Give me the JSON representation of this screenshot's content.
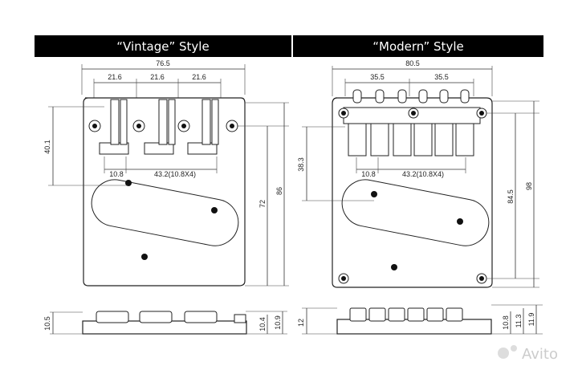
{
  "titles": {
    "vintage": "“Vintage” Style",
    "modern": "“Modern” Style"
  },
  "vintage": {
    "overall_width": "76.5",
    "string_spacing": [
      "21.6",
      "21.6",
      "21.6"
    ],
    "height_40": "40.1",
    "height_72": "72",
    "height_86": "86",
    "spacing_small": "10.8",
    "spacing_total": "43.2(10.8X4)",
    "side_left": "10.5",
    "side_right_1": "10.4",
    "side_right_2": "10.9"
  },
  "modern": {
    "overall_width": "80.5",
    "string_spacing": [
      "35.5",
      "35.5"
    ],
    "height_38": "38.3",
    "height_84": "84.5",
    "height_98": "98",
    "spacing_small": "10.8",
    "spacing_total": "43.2(10.8X4)",
    "side_left": "12",
    "side_right_1": "10.8",
    "side_right_2": "11.3",
    "side_right_3": "11.9"
  },
  "watermark": "Avito"
}
